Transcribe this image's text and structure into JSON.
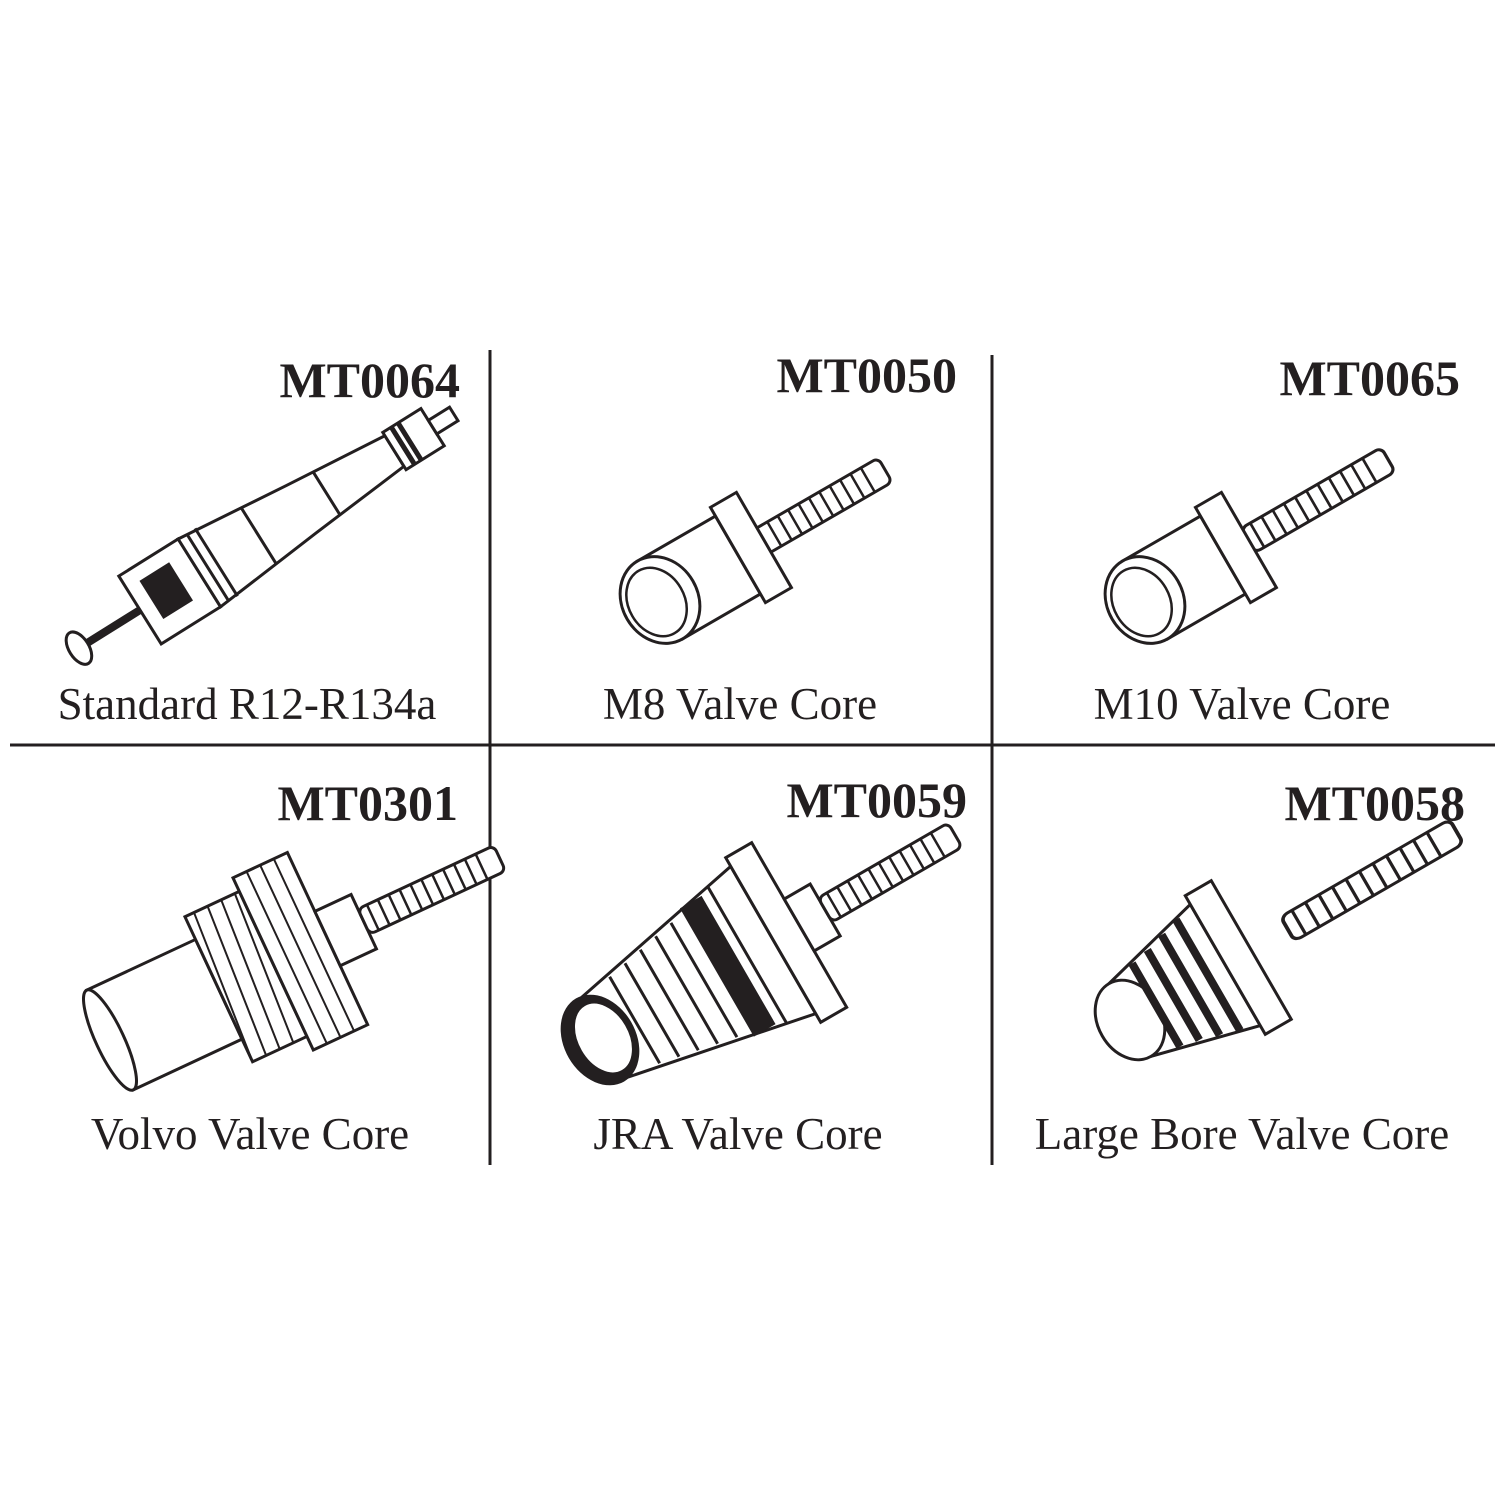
{
  "colors": {
    "ink": "#231f20",
    "background": "#ffffff"
  },
  "cells": [
    {
      "code": "MT0064",
      "name": "Standard R12-R134a",
      "icon": "standard-valve-core"
    },
    {
      "code": "MT0050",
      "name": "M8 Valve Core",
      "icon": "m8-valve-core"
    },
    {
      "code": "MT0065",
      "name": "M10 Valve Core",
      "icon": "m10-valve-core"
    },
    {
      "code": "MT0301",
      "name": "Volvo Valve Core",
      "icon": "volvo-valve-core"
    },
    {
      "code": "MT0059",
      "name": "JRA Valve Core",
      "icon": "jra-valve-core"
    },
    {
      "code": "MT0058",
      "name": "Large Bore Valve Core",
      "icon": "large-bore-valve-core"
    }
  ]
}
